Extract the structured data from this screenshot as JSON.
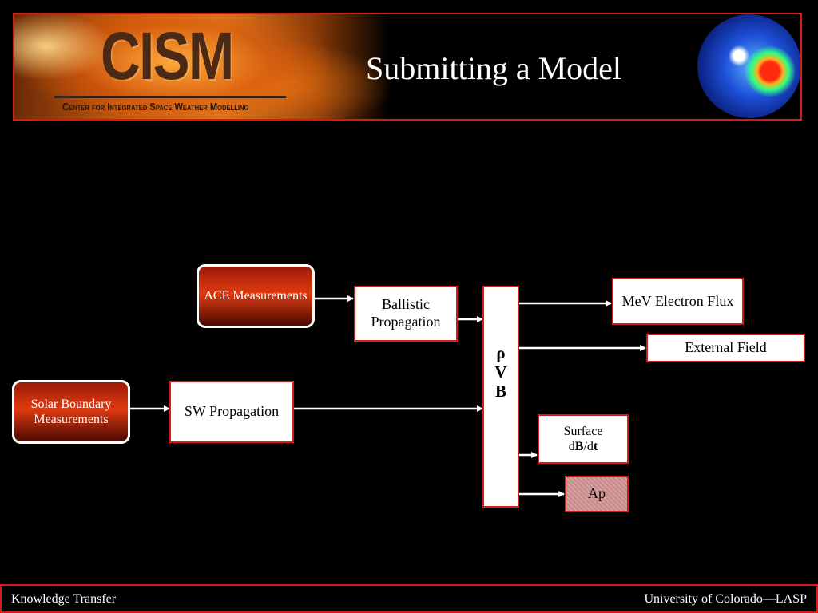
{
  "header": {
    "logo_text": "CISM",
    "logo_subtitle": "Center for Integrated Space Weather Modelling",
    "title": "Submitting a Model"
  },
  "diagram": {
    "ace": "ACE Measurements",
    "solar": "Solar Boundary Measurements",
    "ballistic": "Ballistic Propagation",
    "sw": "SW Propagation",
    "bus": [
      "ρ",
      "V",
      "B"
    ],
    "mev": "MeV Electron Flux",
    "external": "External Field",
    "surface_line1": "Surface",
    "surface_d1": "d",
    "surface_B": "B",
    "surface_slash": "/d",
    "surface_t": "t",
    "ap": "Ap"
  },
  "footer": {
    "left": "Knowledge Transfer",
    "right": "University of Colorado—LASP"
  }
}
